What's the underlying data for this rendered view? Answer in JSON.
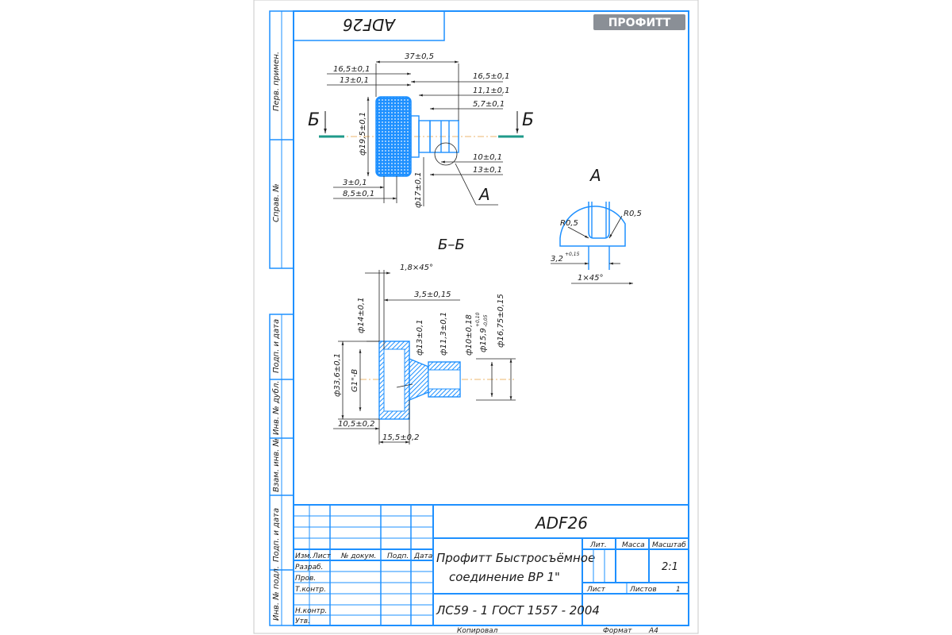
{
  "header": {
    "stamp_text": "ADF26",
    "logo_text": "ПРОФИТТ"
  },
  "side_labels": {
    "perv_primen": "Перв. примен.",
    "sprav": "Справ. №",
    "podp_data_1": "Подп. и дата",
    "inv_dubl": "Инв. № дубл.",
    "vzam_inv": "Взам. инв. №",
    "podp_data_2": "Подп. и дата",
    "inv_podl": "Инв. № подл."
  },
  "view_top": {
    "section_mark": "Б",
    "detail_mark": "A",
    "dims": {
      "overall": "37±0,5",
      "left_1": "16,5±0,1",
      "left_2": "13±0,1",
      "right_1": "16,5±0,1",
      "right_2": "11,1±0,1",
      "right_3": "5,7±0,1",
      "right_4": "10±0,1",
      "right_5": "13±0,1",
      "bottom_1": "3±0,1",
      "bottom_2": "8,5±0,1",
      "dia_knurl": "ф19,5±0,1",
      "dia_17": "ф17±0,1"
    }
  },
  "detail_a": {
    "title": "A",
    "r_left": "R0,5",
    "r_right": "R0,5",
    "groove": "3,2",
    "groove_tol": "+0,15",
    "chamfer": "1×45°"
  },
  "section_bb": {
    "title": "Б–Б",
    "dims": {
      "chamfer": "1,8×45°",
      "width_35": "3,5±0,15",
      "dia_14": "ф14±0,1",
      "dia_13": "ф13±0,1",
      "dia_113": "ф11,3±0,1",
      "dia_10": "ф10±0,18",
      "dia_159": "ф15,9",
      "dia_159_tol_up": "+0,10",
      "dia_159_tol_dn": "-0,05",
      "dia_1675": "ф16,75±0,15",
      "dia_336": "ф33,6±0,1",
      "thread": "G1\"-B",
      "len_105": "10,5±0,2",
      "len_155": "15,5±0,2"
    }
  },
  "title_block": {
    "designation": "ADF26",
    "name_line1": "Профитт Быстросъёмное",
    "name_line2": "соединение ВР 1\"",
    "material": "ЛС59 - 1 ГОСТ 1557 - 2004",
    "col_izm": "Изм.",
    "col_list": "Лист",
    "col_dokum": "№ докум.",
    "col_podp": "Подп.",
    "col_data": "Дата",
    "row_razrab": "Разраб.",
    "row_prov": "Пров.",
    "row_tkontr": "Т.контр.",
    "row_nkontr": "Н.контр.",
    "row_utv": "Утв.",
    "lit": "Лит.",
    "massa": "Масса",
    "masshtab": "Масштаб",
    "scale_value": "2:1",
    "list_label": "Лист",
    "listov_label": "Листов",
    "listov_value": "1",
    "kopiroval": "Копировал",
    "format_label": "Формат",
    "format_value": "A4"
  }
}
